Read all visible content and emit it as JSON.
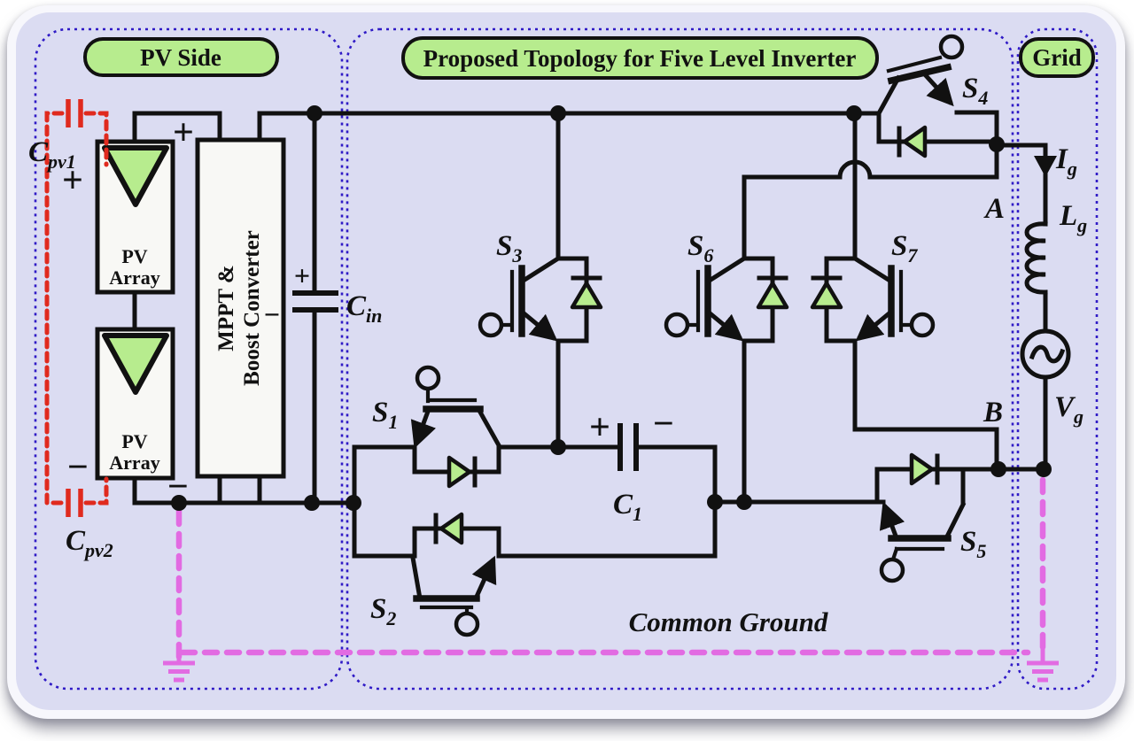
{
  "colors": {
    "background": "#dbdcf2",
    "green": "#b7ec8e",
    "wire": "#111111",
    "red": "#e02a1e",
    "magenta": "#e26be2",
    "border": "#2f1ac6"
  },
  "sections": {
    "pv": "PV Side",
    "topology": "Proposed Topology for Five Level Inverter",
    "grid": "Grid"
  },
  "pv_side": {
    "array1_line1": "PV",
    "array1_line2": "Array",
    "array2_line1": "PV",
    "array2_line2": "Array",
    "mppt_line1": "MPPT &",
    "mppt_line2": "Boost Converter"
  },
  "components": {
    "s1": {
      "m": "S",
      "s": "1"
    },
    "s2": {
      "m": "S",
      "s": "2"
    },
    "s3": {
      "m": "S",
      "s": "3"
    },
    "s4": {
      "m": "S",
      "s": "4"
    },
    "s5": {
      "m": "S",
      "s": "5"
    },
    "s6": {
      "m": "S",
      "s": "6"
    },
    "s7": {
      "m": "S",
      "s": "7"
    },
    "c1": {
      "m": "C",
      "s": "1"
    },
    "cin": {
      "m": "C",
      "s": "in"
    },
    "cpv1": {
      "m": "C",
      "s": "pv1"
    },
    "cpv2": {
      "m": "C",
      "s": "pv2"
    },
    "ig": {
      "m": "I",
      "s": "g"
    },
    "lg": {
      "m": "L",
      "s": "g"
    },
    "vg": {
      "m": "V",
      "s": "g"
    }
  },
  "nodes": {
    "a": "A",
    "b": "B"
  },
  "annotations": {
    "common_ground": "Common Ground"
  },
  "signs": {
    "plus": "+",
    "minus": "−"
  }
}
